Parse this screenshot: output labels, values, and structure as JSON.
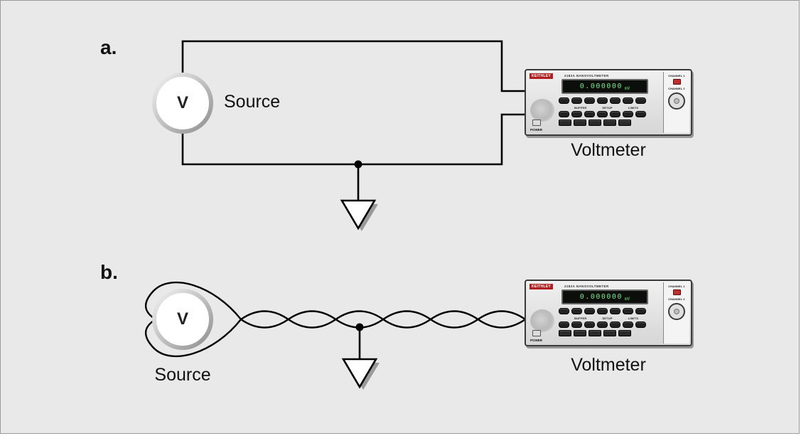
{
  "sections": {
    "a": {
      "label": "a.",
      "source_symbol": "V",
      "source_label": "Source",
      "voltmeter_label": "Voltmeter"
    },
    "b": {
      "label": "b.",
      "source_symbol": "V",
      "source_label": "Source",
      "voltmeter_label": "Voltmeter"
    }
  },
  "voltmeter": {
    "brand": "KEITHLEY",
    "model": "2182A NANOVOLTMETER",
    "display_value": "0.000000",
    "display_unit": "mV",
    "channel1_label": "CHANNEL 1",
    "channel2_label": "CHANNEL 2",
    "power_label": "POWER",
    "group_labels": [
      "BUFFER",
      "SETUP",
      "LIMITS"
    ]
  },
  "colors": {
    "wire": "#000000",
    "display_text": "#79e58b",
    "brand_red": "#b02020",
    "background": "#e9e9e9"
  }
}
